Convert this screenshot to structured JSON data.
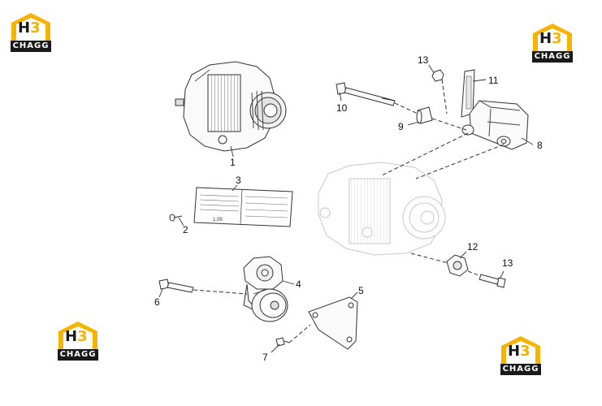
{
  "brand": {
    "text": "CHAGG",
    "mark_left": "H",
    "mark_right": "3",
    "accent": "#f5b400",
    "dark": "#1a1a1a"
  },
  "callouts": {
    "c1": "1",
    "c2": "2",
    "c3": "3",
    "c4": "4",
    "c5": "5",
    "c6": "6",
    "c7": "7",
    "c8": "8",
    "c9": "9",
    "c10": "10",
    "c11": "11",
    "c12": "12",
    "c13a": "13",
    "c13b": "13"
  },
  "label_plate": {
    "lines": [
      "",
      "",
      "",
      "",
      "1.09"
    ]
  }
}
